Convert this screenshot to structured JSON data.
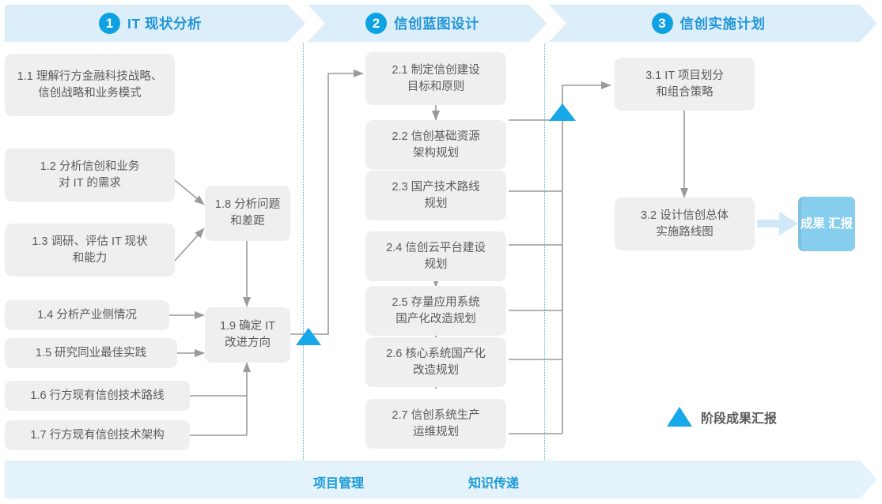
{
  "phases": [
    {
      "number": "1",
      "title": "IT 现状分析"
    },
    {
      "number": "2",
      "title": "信创蓝图设计"
    },
    {
      "number": "3",
      "title": "信创实施计划"
    }
  ],
  "colors": {
    "accent": "#0fa2e3",
    "phase_title": "#2196d6",
    "band_bg": "#ddeefb",
    "bottom_band_bg": "#e3f2fb",
    "box_bg": "#efefef",
    "box_text": "#5b5b5b",
    "badge_bg": "#86cdee",
    "connector": "#9a9a9a",
    "divider": "#4db6e0"
  },
  "phase1_boxes": [
    {
      "id": "1.1",
      "line1": "1.1 理解行方金融科技战略、",
      "line2": "信创战略和业务模式"
    },
    {
      "id": "1.2",
      "line1": "1.2 分析信创和业务",
      "line2": "对 IT 的需求"
    },
    {
      "id": "1.3",
      "line1": "1.3 调研、评估 IT 现状",
      "line2": "和能力"
    },
    {
      "id": "1.4",
      "line1": "1.4 分析产业侧情况",
      "line2": ""
    },
    {
      "id": "1.5",
      "line1": "1.5 研究同业最佳实践",
      "line2": ""
    },
    {
      "id": "1.6",
      "line1": "1.6 行方现有信创技术路线",
      "line2": ""
    },
    {
      "id": "1.7",
      "line1": "1.7 行方现有信创技术架构",
      "line2": ""
    },
    {
      "id": "1.8",
      "line1": "1.8 分析问题",
      "line2": "和差距"
    },
    {
      "id": "1.9",
      "line1": "1.9 确定 IT",
      "line2": "改进方向"
    }
  ],
  "phase2_boxes": [
    {
      "id": "2.1",
      "line1": "2.1 制定信创建设",
      "line2": "目标和原则"
    },
    {
      "id": "2.2",
      "line1": "2.2 信创基础资源",
      "line2": "架构规划"
    },
    {
      "id": "2.3",
      "line1": "2.3 国产技术路线",
      "line2": "规划"
    },
    {
      "id": "2.4",
      "line1": "2.4 信创云平台建设",
      "line2": "规划"
    },
    {
      "id": "2.5",
      "line1": "2.5 存量应用系统",
      "line2": "国产化改造规划"
    },
    {
      "id": "2.6",
      "line1": "2.6 核心系统国产化",
      "line2": "改造规划"
    },
    {
      "id": "2.7",
      "line1": "2.7 信创系统生产",
      "line2": "运维规划"
    }
  ],
  "phase3_boxes": [
    {
      "id": "3.1",
      "line1": "3.1 IT 项目划分",
      "line2": "和组合策略"
    },
    {
      "id": "3.2",
      "line1": "3.2 设计信创总体",
      "line2": "实施路线图"
    }
  ],
  "result_badge": {
    "line1": "成果",
    "line2": "汇报"
  },
  "legend": {
    "icon": "triangle-icon",
    "label": "阶段成果汇报"
  },
  "bottom_band": {
    "labels": [
      "项目管理",
      "知识传递"
    ]
  }
}
